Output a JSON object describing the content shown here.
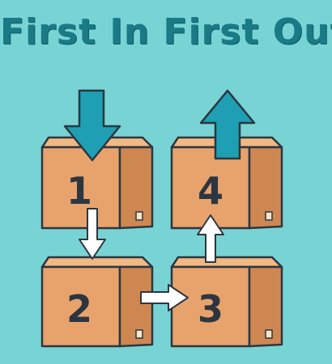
{
  "title": "First In First Out",
  "boxes": [
    {
      "label": "1"
    },
    {
      "label": "2"
    },
    {
      "label": "3"
    },
    {
      "label": "4"
    }
  ],
  "colors": {
    "background": "#78d4d4",
    "title": "#1a7a86",
    "box_front": "#e8a36c",
    "box_side": "#cf8752",
    "box_top": "#f0b985",
    "outline": "#2d3640",
    "arrow_big": "#1e9fb4",
    "arrow_small": "#ffffff"
  }
}
